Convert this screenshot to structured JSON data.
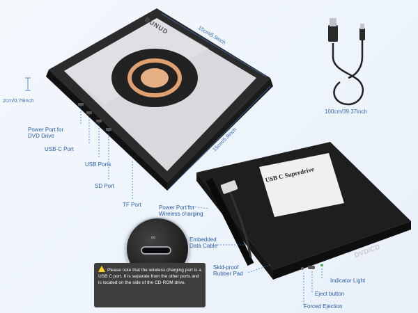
{
  "product": {
    "brand": "BUNUD",
    "device_label": "USB C Superdrive",
    "side_label": "DVD/CD"
  },
  "dimensions": {
    "length": "15cm/5.9inch",
    "width": "15cm/5.9inch",
    "height": "2cm/0.79inch",
    "cable": "100cm/39.37inch"
  },
  "callouts": {
    "power_port_dvd": "Power Port for\nDVD Drive",
    "usb_c_port": "USB-C Port",
    "usb_ports": "USB Ports",
    "sd_port": "SD Port",
    "tf_port": "TF Port",
    "power_port_wireless": "Power Port for\nWireless charging",
    "embedded_cable": "Embedded\nData Cable",
    "rubber_pad": "Skid-proof\nRubber Pad",
    "indicator_light": "Indicator Light",
    "eject_button": "Eject button",
    "forced_ejection": "Forced Ejection"
  },
  "note": {
    "text": "Please note that the wireless charging port is a USB C port. It is separate  from the other ports and is located on the side of the CD-ROM drive."
  },
  "colors": {
    "accent": "#2f7fd8",
    "label": "#2a5ea8",
    "note_bg": "#3d3d3d",
    "warning": "#ffd21f",
    "charging_ring": "#e0a070"
  }
}
